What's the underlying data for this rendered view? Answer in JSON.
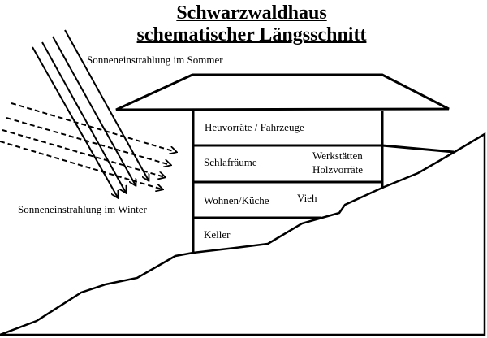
{
  "title": {
    "line1": "Schwarzwaldhaus",
    "line2": "schematischer Längsschnitt"
  },
  "labels": {
    "summer_sun": "Sonneneinstrahlung im Sommer",
    "winter_sun": "Sonneneinstrahlung im Winter"
  },
  "rooms": {
    "hay": "Heuvorräte / Fahrzeuge",
    "bedrooms": "Schlafräume",
    "workshops": "Werkstätten",
    "wood": "Holzvorräte",
    "living": "Wohnen/Küche",
    "livestock": "Vieh",
    "cellar": "Keller"
  }
}
